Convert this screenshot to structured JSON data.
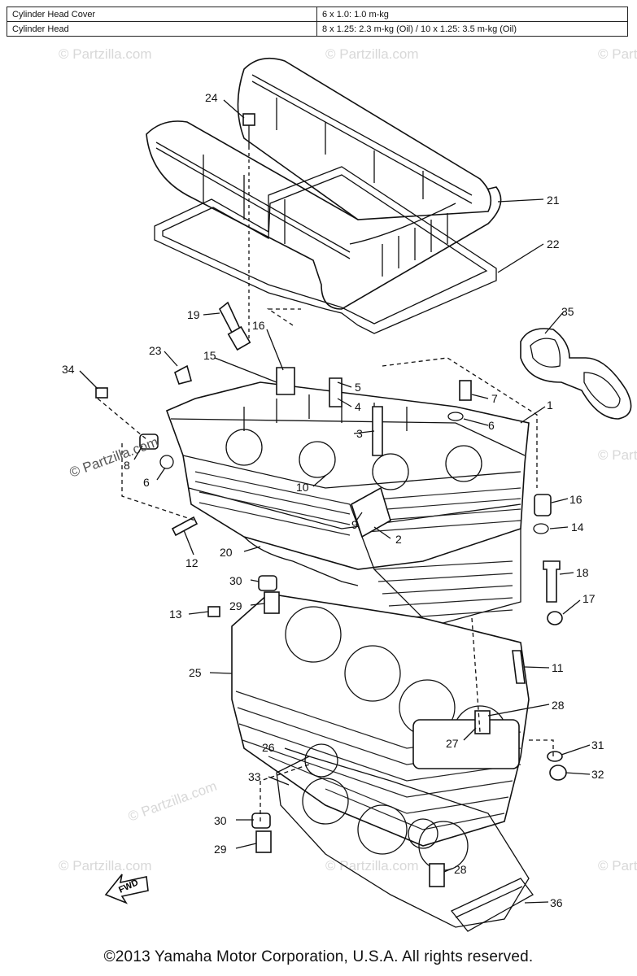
{
  "torque_table": {
    "rows": [
      {
        "part": "Cylinder Head Cover",
        "spec": "6 x 1.0: 1.0 m-kg"
      },
      {
        "part": "Cylinder Head",
        "spec": "8 x 1.25: 2.3 m-kg (Oil) / 10 x 1.25: 3.5 m-kg (Oil)"
      }
    ]
  },
  "watermarks": {
    "main": "© Partzilla.com",
    "faint": "© Partzilla.com"
  },
  "fwd_label": "FWD",
  "callouts": [
    "24",
    "21",
    "22",
    "19",
    "16",
    "35",
    "15",
    "23",
    "34",
    "5",
    "4",
    "7",
    "1",
    "6",
    "3",
    "8",
    "6",
    "10",
    "9",
    "16",
    "2",
    "14",
    "12",
    "20",
    "18",
    "30",
    "17",
    "29",
    "13",
    "11",
    "25",
    "28",
    "27",
    "26",
    "31",
    "33",
    "32",
    "30",
    "29",
    "28",
    "36"
  ],
  "copyright": "©2013 Yamaha Motor Corporation, U.S.A. All rights reserved."
}
